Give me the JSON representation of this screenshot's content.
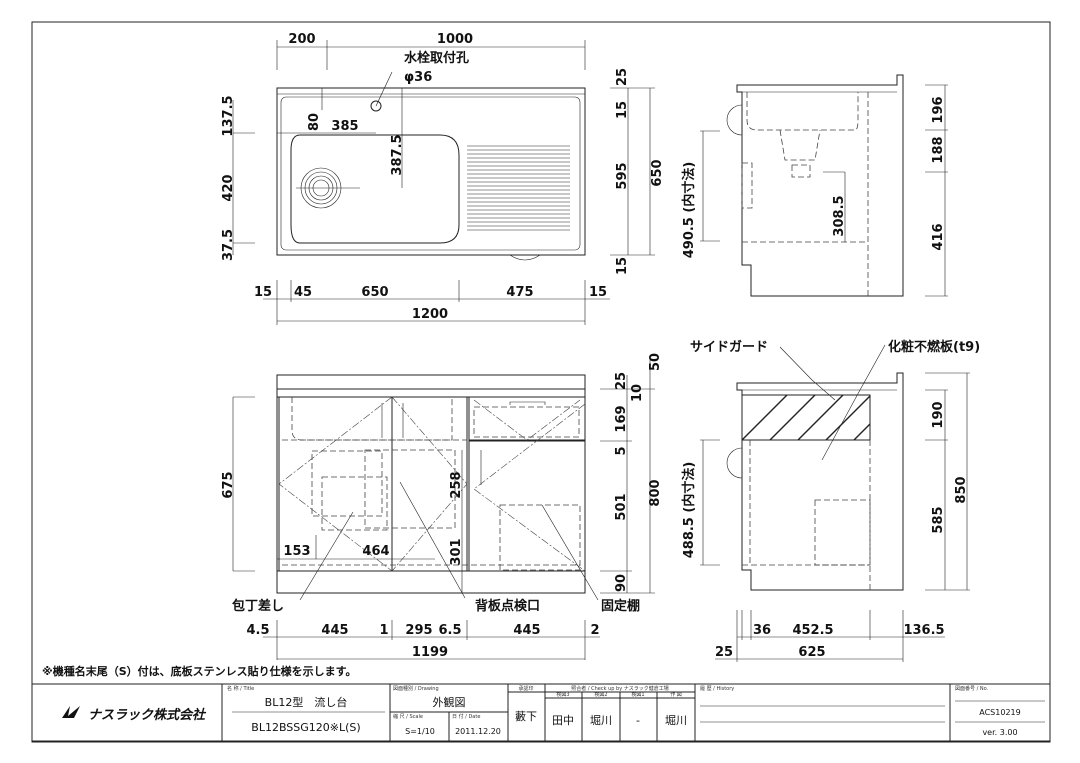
{
  "plan": {
    "d200": "200",
    "d1000": "1000",
    "faucet_label": "水栓取付孔",
    "faucet_dia": "φ36",
    "d80": "80",
    "d385": "385",
    "d387": "387.5",
    "l137": "137.5",
    "l420": "420",
    "l37": "37.5",
    "b15a": "15",
    "b45": "45",
    "b650": "650",
    "b475": "475",
    "b15b": "15",
    "total": "1200",
    "r25": "25",
    "r15a": "15",
    "r595": "595",
    "r15b": "15",
    "r650": "650"
  },
  "front": {
    "d675": "675",
    "d153": "153",
    "d464": "464",
    "d258": "258",
    "d301": "301",
    "r50": "50",
    "r25": "25",
    "r10": "10",
    "r169": "169",
    "r5": "5",
    "r501": "501",
    "r90": "90",
    "r800": "800",
    "c1": "包丁差し",
    "c2": "背板点検口",
    "c3": "固定棚",
    "b1": "4.5",
    "b2": "445",
    "b3": "1",
    "b4": "295",
    "b5": "6.5",
    "b6": "445",
    "b7": "2",
    "total": "1199"
  },
  "side_top": {
    "inner": "490.5 (内寸法)",
    "d308": "308.5",
    "r196": "196",
    "r188": "188",
    "r416": "416"
  },
  "side_bottom": {
    "c1": "サイドガード",
    "c2": "化粧不燃板(t9)",
    "inner": "488.5 (内寸法)",
    "r190": "190",
    "r585": "585",
    "r850": "850",
    "b36": "36",
    "b452": "452.5",
    "b136": "136.5",
    "b25": "25",
    "b625": "625"
  },
  "note": "※機種名末尾（S）付は、底板ステンレス貼り仕様を示します。",
  "title_block": {
    "logo": "ナスラック株式会社",
    "title_hdr": "名 称 / Title",
    "title": "BL12型　流し台",
    "model": "BL12BSSG120※L(S)",
    "drawing_hdr": "図面種別 / Drawing",
    "drawing": "外観図",
    "scale_hdr": "縮 尺 / Scale",
    "scale": "S=1/10",
    "date_hdr": "日 付 / Date",
    "date": "2011.12.20",
    "approve_hdr": "承認印",
    "approver": "藪下",
    "check_hdr": "照合者 / Check up by ナスラック健倉工場",
    "checkers": [
      {
        "role": "検図3",
        "name": "田中"
      },
      {
        "role": "検図2",
        "name": "堀川"
      },
      {
        "role": "検図1",
        "name": "-"
      },
      {
        "role": "作 図",
        "name": "堀川"
      }
    ],
    "history_hdr": "履 歴 / History",
    "no_hdr": "図面番号 / No.",
    "no": "ACS10219",
    "version": "ver. 3.00"
  }
}
